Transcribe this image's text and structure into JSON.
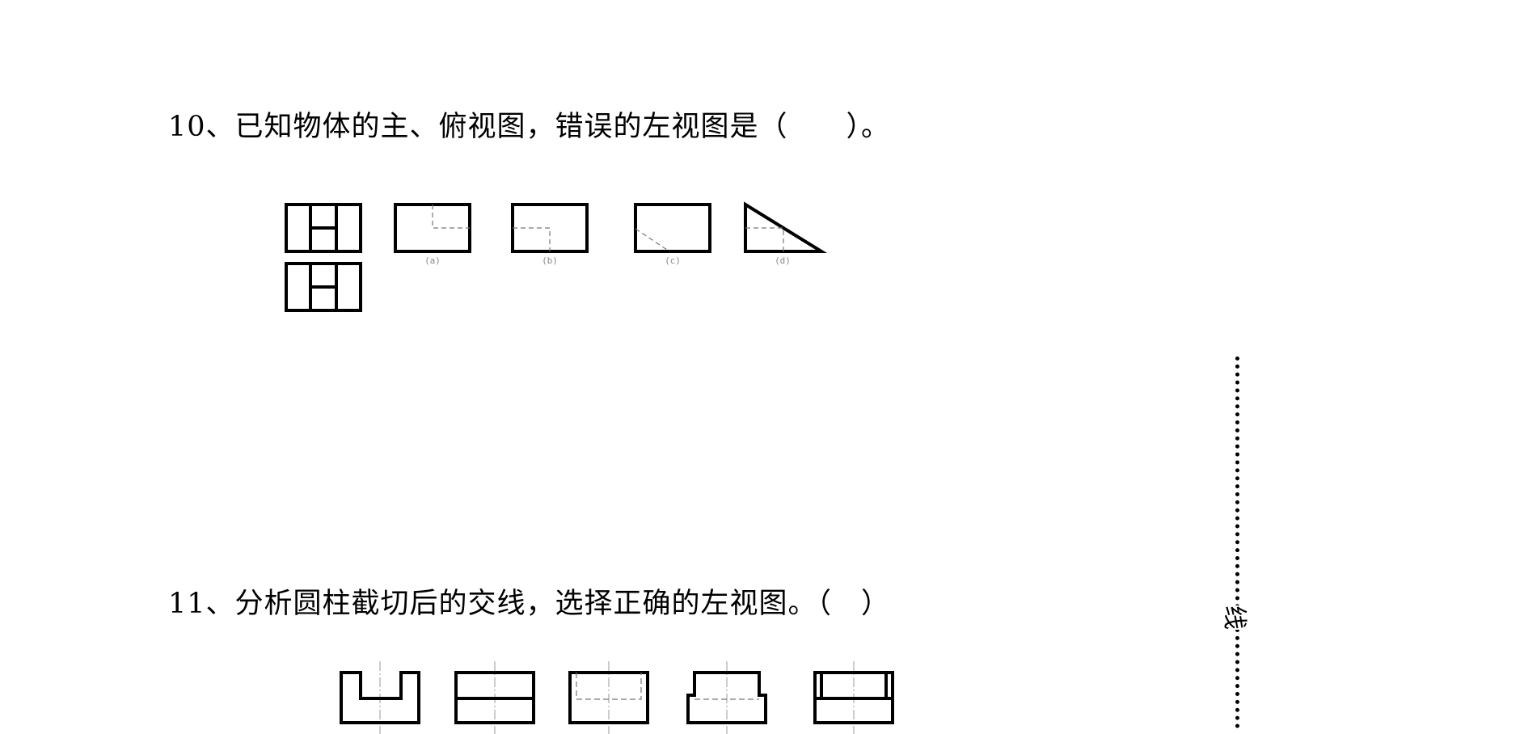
{
  "question10": {
    "text": "10、已知物体的主、俯视图，错误的左视图是（　　）。",
    "options": [
      "(a)",
      "(b)",
      "(c)",
      "(d)"
    ]
  },
  "question11": {
    "text": "11、分析圆柱截切后的交线，选择正确的左视图。（　）"
  },
  "margin": {
    "binding_char": "线"
  }
}
